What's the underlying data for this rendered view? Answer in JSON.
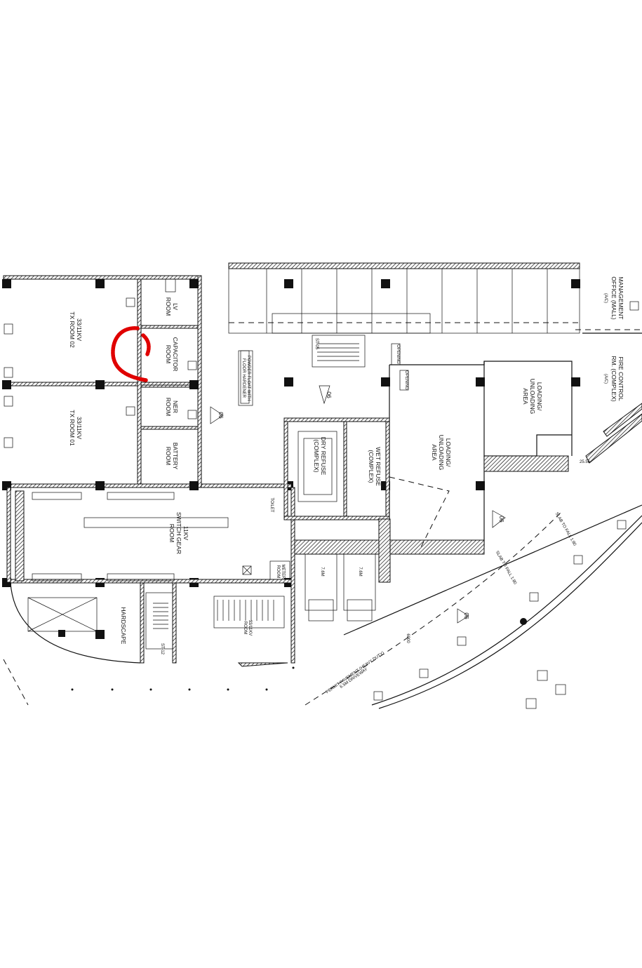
{
  "rooms": {
    "tx_room_02": [
      "33/11KV",
      "TX ROOM 02"
    ],
    "tx_room_01": [
      "33/11KV",
      "TX ROOM 01"
    ],
    "lv_room": [
      "LV",
      "ROOM"
    ],
    "capacitor_room": [
      "CAPACITOR",
      "ROOM"
    ],
    "ner_room": [
      "NER",
      "ROOM"
    ],
    "battery_room": [
      "BATTERY",
      "ROOM"
    ],
    "switch_gear_room": [
      "11KV",
      "SWITCH GEAR",
      "ROOM"
    ],
    "dry_refuse": [
      "DRY REFUSE",
      "(COMPLEX)"
    ],
    "wet_refuse": [
      "WET REFUSE",
      "(COMPLEX)"
    ],
    "loading_area_1": [
      "LOADING/",
      "UNLOADING",
      "AREA"
    ],
    "loading_area_2": [
      "LOADING/",
      "UNLOADING",
      "AREA"
    ],
    "management_office": [
      "MANAGEMENT",
      "OFFICE (MALL)",
      "(A/C)"
    ],
    "fire_control_room": [
      "FIRE CONTROL",
      "RM. (COMPLEX)",
      "(A/C)"
    ],
    "hardscape": "HARDSCAPE",
    "toilet": "TOILET",
    "meter_room": [
      "METER",
      "ROOM"
    ],
    "hv_room": [
      "33/11KV",
      "ROOM"
    ]
  },
  "annotations": {
    "opening_1": "OPENING",
    "opening_2": "OPENING",
    "slab_fall_1": "SLAB TO FALL 1:80",
    "slab_fall_2": "SLAB TO FALL 1:80",
    "driveway": "6.5M DRIVEWAY",
    "driveway_sub": "PERMIT PAVEMENT (HEAVY DUTY)",
    "level_1": "25.56",
    "stair_1": "ST-12",
    "stair_2": "ST-05",
    "lorry_1": "7.6M",
    "lorry_2": "7.6M",
    "dim_1": "6000",
    "section_1": "06",
    "section_2": "06",
    "section_3": "06",
    "section_4": "06",
    "note_box": [
      "POWDER FLOAT WITH",
      "FLOOR HARDENER"
    ]
  },
  "markup": {
    "color": "#e00000",
    "shape": "freehand-c-mark"
  }
}
